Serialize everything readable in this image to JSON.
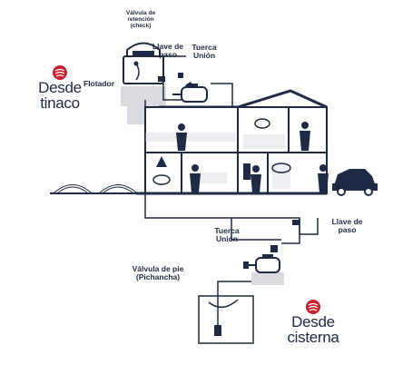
{
  "labels": {
    "valvula_retencion": "Válvula de\nretención\n(check)",
    "llave_paso_top": "Llave de\npaso",
    "tuerca_union_top": "Tuerca\nUnión",
    "flotador": "Flotador",
    "tuerca_union_bottom": "Tuerca\nUnión",
    "llave_paso_right": "Llave de\npaso",
    "valvula_pie": "Válvula de pie\n(Pichancha)"
  },
  "brand_top": {
    "text": "Desde\ntinaco"
  },
  "brand_bottom": {
    "text": "Desde\ncisterna"
  },
  "colors": {
    "navy": "#1f2a44",
    "brand_red": "#c8202f",
    "wall_gray": "#d9dbe0",
    "light_gray": "#eceef1"
  }
}
